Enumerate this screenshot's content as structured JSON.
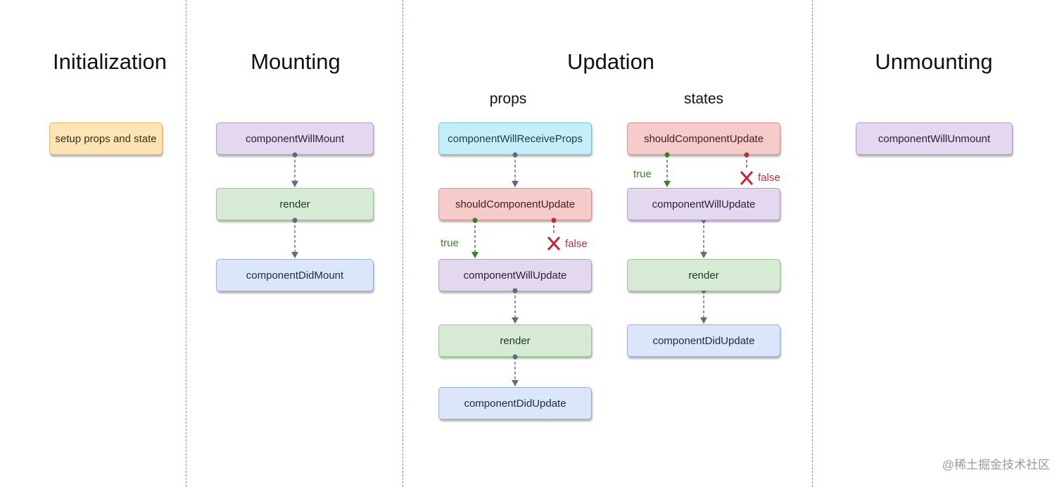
{
  "phases": {
    "initialization": "Initialization",
    "mounting": "Mounting",
    "updation": "Updation",
    "unmounting": "Unmounting"
  },
  "updation_subtitles": {
    "props": "props",
    "states": "states"
  },
  "initialization": {
    "setup": "setup props and state"
  },
  "mounting": {
    "will_mount": "componentWillMount",
    "render": "render",
    "did_mount": "componentDidMount"
  },
  "props_flow": {
    "will_receive_props": "componentWillReceiveProps",
    "should_update": "shouldComponentUpdate",
    "will_update": "componentWillUpdate",
    "render": "render",
    "did_update": "componentDidUpdate",
    "true_label": "true",
    "false_label": "false"
  },
  "states_flow": {
    "should_update": "shouldComponentUpdate",
    "will_update": "componentWillUpdate",
    "render": "render",
    "did_update": "componentDidUpdate",
    "true_label": "true",
    "false_label": "false"
  },
  "unmounting": {
    "will_unmount": "componentWillUnmount"
  },
  "watermark": "@稀土掘金技术社区",
  "colors": {
    "orange": "#fde4b6",
    "purple": "#e4d8ee",
    "green": "#d7ead3",
    "blue": "#dbe6fb",
    "cyan": "#c4eef8",
    "red": "#f6cccb",
    "arrow_gray": "#606b7d",
    "true_green": "#3b7d2b",
    "false_red": "#b5303a"
  }
}
